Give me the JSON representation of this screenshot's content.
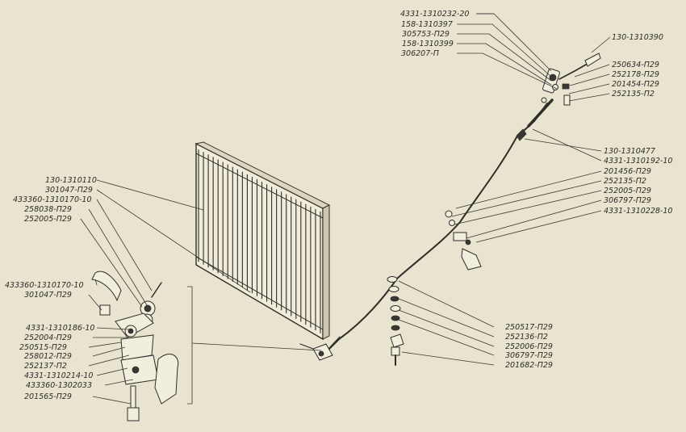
{
  "labels": [
    {
      "id": "l1",
      "text": "4331-1310232-20"
    },
    {
      "id": "l2",
      "text": "158-1310397"
    },
    {
      "id": "l3",
      "text": "305753-П29"
    },
    {
      "id": "l4",
      "text": "158-1310399"
    },
    {
      "id": "l5",
      "text": "306207-П"
    },
    {
      "id": "l6",
      "text": "130-1310390"
    },
    {
      "id": "l7",
      "text": "250634-П29"
    },
    {
      "id": "l8",
      "text": "252178-П29"
    },
    {
      "id": "l9",
      "text": "201454-П29"
    },
    {
      "id": "l10",
      "text": "252135-П2"
    },
    {
      "id": "l11",
      "text": "130-1310477"
    },
    {
      "id": "l12",
      "text": "4331-1310192-10"
    },
    {
      "id": "l13",
      "text": "201456-П29"
    },
    {
      "id": "l14",
      "text": "252135-П2"
    },
    {
      "id": "l15",
      "text": "252005-П29"
    },
    {
      "id": "l16",
      "text": "306797-П29"
    },
    {
      "id": "l17",
      "text": "4331-1310228-10"
    },
    {
      "id": "l18",
      "text": "130-1310110"
    },
    {
      "id": "l19",
      "text": "301047-П29"
    },
    {
      "id": "l20",
      "text": "433360-1310170-10"
    },
    {
      "id": "l21",
      "text": "258038-П29"
    },
    {
      "id": "l22",
      "text": "252005-П29"
    },
    {
      "id": "l23",
      "text": "433360-1310170-10"
    },
    {
      "id": "l24",
      "text": "301047-П29"
    },
    {
      "id": "l25",
      "text": "4331-1310186-10"
    },
    {
      "id": "l26",
      "text": "252004-П29"
    },
    {
      "id": "l27",
      "text": "250515-П29"
    },
    {
      "id": "l28",
      "text": "258012-П29"
    },
    {
      "id": "l29",
      "text": "252137-П2"
    },
    {
      "id": "l30",
      "text": "4331-1310214-10"
    },
    {
      "id": "l31",
      "text": "433360-1302033"
    },
    {
      "id": "l32",
      "text": "201565-П29"
    },
    {
      "id": "l33",
      "text": "250517-П29"
    },
    {
      "id": "l34",
      "text": "252136-П2"
    },
    {
      "id": "l35",
      "text": "252006-П29"
    },
    {
      "id": "l36",
      "text": "306797-П29"
    },
    {
      "id": "l37",
      "text": "201682-П29"
    }
  ]
}
